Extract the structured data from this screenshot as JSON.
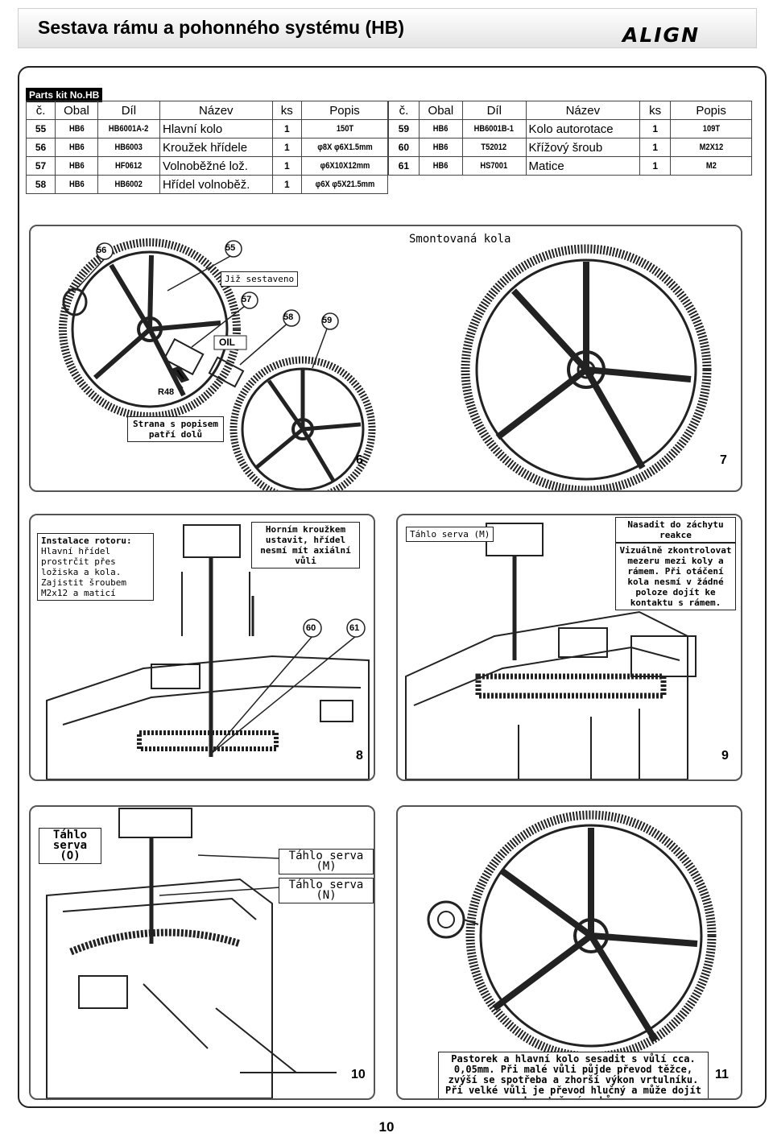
{
  "header": {
    "title": "Sestava rámu a pohonného systému (HB)",
    "logo_text": "ALIGN"
  },
  "parts_kit_label": "Parts kit No.HB",
  "parts_table": {
    "columns": [
      "č.",
      "Obal",
      "Díl",
      "Název",
      "ks",
      "Popis"
    ],
    "left_rows": [
      {
        "no": "55",
        "pack": "HB6",
        "part": "HB6001A-2",
        "name": "Hlavní kolo",
        "qty": "1",
        "desc": "150T"
      },
      {
        "no": "56",
        "pack": "HB6",
        "part": "HB6003",
        "name": "Kroužek hřídele",
        "qty": "1",
        "desc": "φ8X φ6X1.5mm"
      },
      {
        "no": "57",
        "pack": "HB6",
        "part": "HF0612",
        "name": "Volnoběžné lož.",
        "qty": "1",
        "desc": "φ6X10X12mm"
      },
      {
        "no": "58",
        "pack": "HB6",
        "part": "HB6002",
        "name": "Hřídel volnoběž.",
        "qty": "1",
        "desc": "φ6X φ5X21.5mm"
      }
    ],
    "right_rows": [
      {
        "no": "59",
        "pack": "HB6",
        "part": "HB6001B-1",
        "name": "Kolo autorotace",
        "qty": "1",
        "desc": "109T"
      },
      {
        "no": "60",
        "pack": "HB6",
        "part": "T52012",
        "name": "Křížový šroub",
        "qty": "1",
        "desc": "M2X12"
      },
      {
        "no": "61",
        "pack": "HB6",
        "part": "HS7001",
        "name": "Matice",
        "qty": "1",
        "desc": "M2"
      }
    ]
  },
  "panel_gears": {
    "assembled_title": "Smontovaná kola",
    "already_assembled": "Již sestaveno",
    "oil_label": "OIL",
    "r48_label": "R48",
    "label_side_note": "Strana s popisem patří dolů",
    "part_numbers": [
      "56",
      "55",
      "57",
      "58",
      "59"
    ],
    "step_left": "6",
    "step_right": "7"
  },
  "panel_rotor": {
    "install_note_title": "Instalace rotoru:",
    "install_note_body": "Hlavní hřídel prostrčit přes ložiska a kola. Zajistit šroubem M2x12 a maticí",
    "collar_note": "Horním kroužkem ustavit, hřídel nesmí mít axiální vůli",
    "part_numbers": [
      "60",
      "61"
    ],
    "step": "8"
  },
  "panel_servo_m": {
    "servo_label": "Táhlo serva (M)",
    "attach_note_title": "Nasadit do záchytu reakce",
    "check_note": "Vizuálně zkontrolovat mezeru mezi koly a rámem. Při otáčení kola nesmí v žádné poloze dojít ke kontaktu s rámem.",
    "step": "9"
  },
  "panel_servos": {
    "servo_o": "Táhlo serva (O)",
    "servo_m": "Táhlo serva (M)",
    "servo_n": "Táhlo serva (N)",
    "step": "10"
  },
  "panel_pinion": {
    "note": "Pastorek a hlavní kolo sesadit s vůlí cca. 0,05mm. Při malé vůli půjde převod těžce, zvýší se spotřeba a zhorší výkon vrtulníku. Při velké vůli je převod hlučný a může dojít ke stržení zubů .",
    "step": "11"
  },
  "page_number": "10"
}
